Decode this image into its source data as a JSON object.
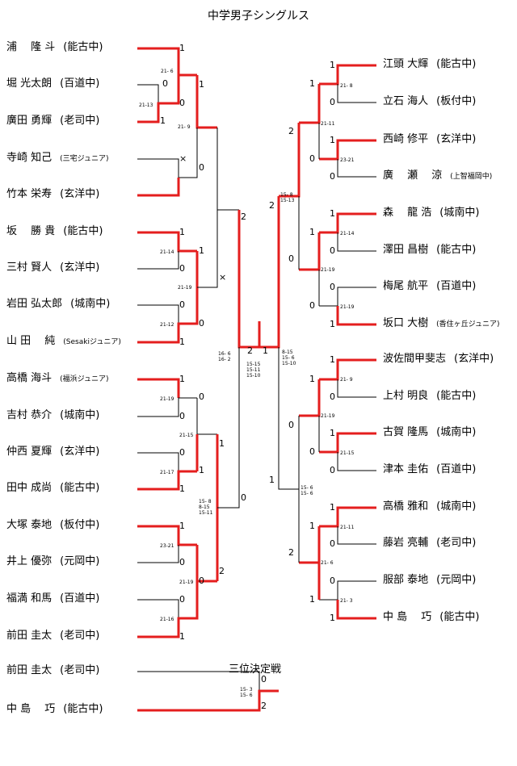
{
  "title": "中学男子シングルス",
  "left_players": [
    {
      "name": "浦　 隆 斗",
      "school": "(能古中)"
    },
    {
      "name": "堀 光太朗",
      "school": "(百道中)"
    },
    {
      "name": "廣田 勇輝",
      "school": "(老司中)"
    },
    {
      "name": "寺崎 知己",
      "school": "(三宅ジュニア)"
    },
    {
      "name": "竹本 栄寿",
      "school": "(玄洋中)"
    },
    {
      "name": "坂　 勝 貴",
      "school": "(能古中)"
    },
    {
      "name": "三村 賢人",
      "school": "(玄洋中)"
    },
    {
      "name": "岩田 弘太郎",
      "school": "(城南中)"
    },
    {
      "name": "山 田　 純",
      "school": "(Sesakiジュニア)"
    },
    {
      "name": "高橋 海斗",
      "school": "(福浜ジュニア)"
    },
    {
      "name": "吉村 恭介",
      "school": "(城南中)"
    },
    {
      "name": "仲西 夏輝",
      "school": "(玄洋中)"
    },
    {
      "name": "田中 成尚",
      "school": "(能古中)"
    },
    {
      "name": "大塚 泰地",
      "school": "(板付中)"
    },
    {
      "name": "井上 優弥",
      "school": "(元岡中)"
    },
    {
      "name": "福満 和馬",
      "school": "(百道中)"
    },
    {
      "name": "前田 圭太",
      "school": "(老司中)"
    }
  ],
  "right_players": [
    {
      "name": "江頭 大輝",
      "school": "(能古中)"
    },
    {
      "name": "立石 海人",
      "school": "(板付中)"
    },
    {
      "name": "西崎 修平",
      "school": "(玄洋中)"
    },
    {
      "name": "廣　 瀬　 涼",
      "school": "(上智福岡中)"
    },
    {
      "name": "森　 龍 浩",
      "school": "(城南中)"
    },
    {
      "name": "澤田 昌樹",
      "school": "(能古中)"
    },
    {
      "name": "梅尾 航平",
      "school": "(百道中)"
    },
    {
      "name": "坂口 大樹",
      "school": "(香住ヶ丘ジュニア)"
    },
    {
      "name": "波佐間甲斐志",
      "school": "(玄洋中)"
    },
    {
      "name": "上村 明良",
      "school": "(能古中)"
    },
    {
      "name": "古賀 隆馬",
      "school": "(城南中)"
    },
    {
      "name": "津本 圭佑",
      "school": "(百道中)"
    },
    {
      "name": "高橋 雅和",
      "school": "(城南中)"
    },
    {
      "name": "藤岩 亮輔",
      "school": "(老司中)"
    },
    {
      "name": "服部 泰地",
      "school": "(元岡中)"
    },
    {
      "name": "中 島　 巧",
      "school": "(能古中)"
    }
  ],
  "third_place": {
    "label": "三位決定戦",
    "players": [
      {
        "name": "前田 圭太",
        "school": "(老司中)"
      },
      {
        "name": "中 島　 巧",
        "school": "(能古中)"
      }
    ]
  },
  "marks": {
    "n1": "1",
    "n0": "0",
    "n2": "2",
    "x": "×",
    "s_21_6": "21- 6",
    "s_21_13": "21-13",
    "s_21_9": "21- 9",
    "s_21_14": "21-14",
    "s_21_19": "21-19",
    "s_21_12": "21-12",
    "s_21_15": "21-15",
    "s_21_17": "21-17",
    "s_23_21": "23-21",
    "s_21_16": "21-16",
    "s_21_8": "21- 8",
    "s_21_11": "21-11",
    "s_21_3": "21- 3",
    "f_left_a": "16- 6",
    "f_left_b": "16- 2",
    "sf_left_a": "15- 8",
    "sf_left_b": "8-15",
    "sf_left_c": "15-11",
    "fin_a": "15-15",
    "fin_b": "15-11",
    "fin_c": "15-10",
    "sf_right_a": "8-15",
    "sf_right_b": "15- 6",
    "sf_right_c": "15-10",
    "r_top_a": "15- 8",
    "r_top_b": "15-13",
    "r_bot_a": "15- 6",
    "r_bot_b": "15- 6",
    "tp_a": "15- 3",
    "tp_b": "15- 6"
  }
}
